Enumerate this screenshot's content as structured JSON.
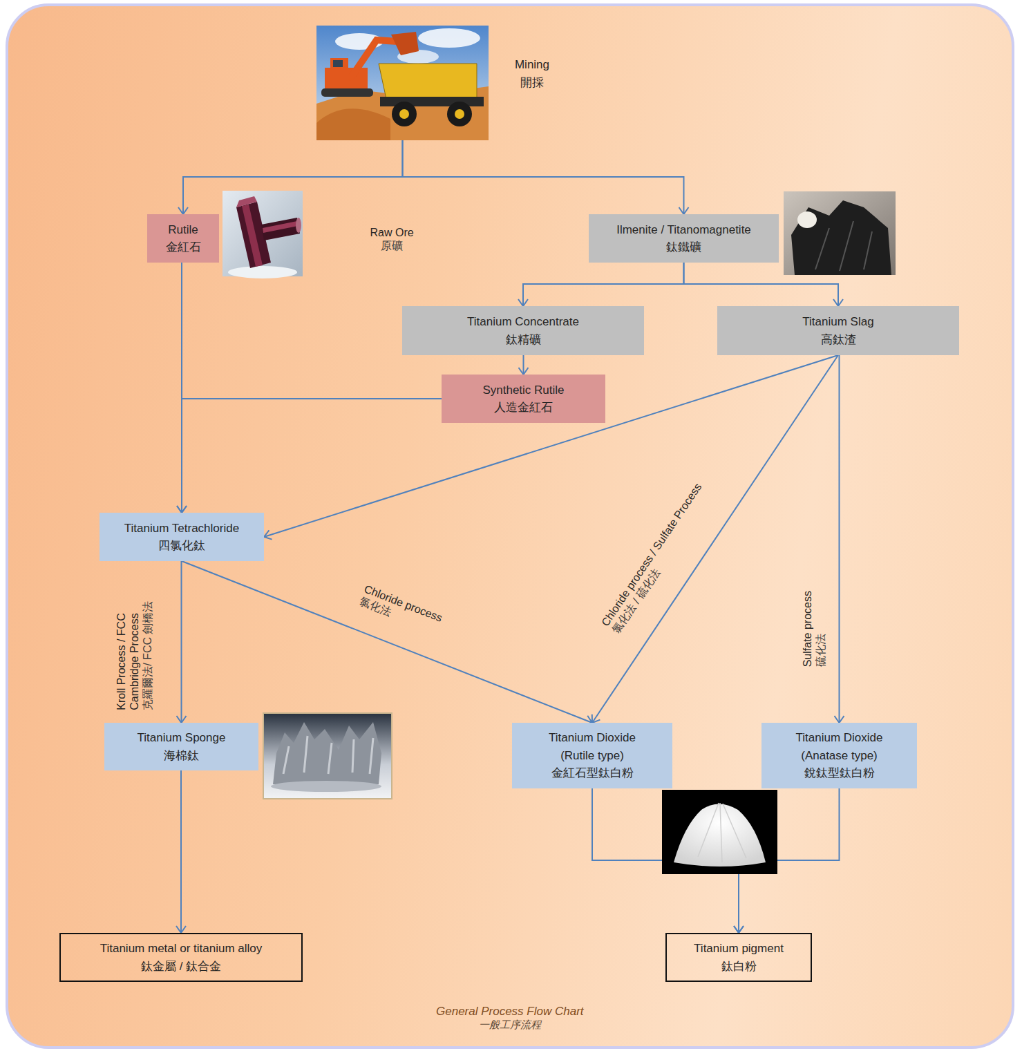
{
  "diagram": {
    "caption": "General Process Flow Chart",
    "nodes": [
      {
        "text": [
          "Mining",
          "開採"
        ]
      },
      {
        "text": [
          "Rutile",
          "金紅石"
        ]
      },
      {
        "text": [
          "Ilmenite / Titanomagnetite",
          "鈦鐵礦"
        ]
      },
      {
        "text": [
          "Titanium Concentrate",
          "鈦精礦"
        ]
      },
      {
        "text": [
          "Titanium Slag",
          "高鈦渣"
        ]
      },
      {
        "text": [
          "Synthetic Rutile",
          "人造金紅石"
        ]
      },
      {
        "text": [
          "Titanium Tetrachloride",
          "四氯化鈦"
        ]
      },
      {
        "text": [
          "Titanium Sponge",
          "海棉鈦"
        ]
      },
      {
        "text": [
          "Titanium Dioxide (Rutile type)",
          "金紅石型鈦白粉"
        ]
      },
      {
        "text": [
          "Titanium Dioxide (Anatase type)",
          "銳鈦型鈦白粉"
        ]
      },
      {
        "text": [
          "Titanium metal or titanium alloy",
          "鈦金屬 / 鈦合金"
        ]
      },
      {
        "text": [
          "Titanium pigment",
          "鈦白粉"
        ]
      }
    ],
    "edges": [
      {
        "from": 0,
        "to": 1,
        "arrow": "to"
      },
      {
        "from": 0,
        "to": 2,
        "arrow": "to"
      },
      {
        "from": 1,
        "to": 6,
        "arrow": "to"
      },
      {
        "from": 2,
        "to": 3,
        "arrow": "to"
      },
      {
        "from": 2,
        "to": 4,
        "arrow": "to"
      },
      {
        "from": 3,
        "to": 5,
        "arrow": "to"
      },
      {
        "from": 5,
        "to": 6,
        "arrow": "to"
      },
      {
        "from": 4,
        "to": 6,
        "arrow": "to"
      },
      {
        "from": 4,
        "to": 8,
        "label": "Chloride process / Sulfate Process",
        "arrow": "to"
      },
      {
        "from": 4,
        "to": 9,
        "label": "Sulfate process",
        "arrow": "to"
      },
      {
        "from": 6,
        "to": 7,
        "label": "Kroll Process / FCC Cambridge Process",
        "arrow": "to"
      },
      {
        "from": 6,
        "to": 8,
        "label": "Chloride process",
        "arrow": "to"
      },
      {
        "from": 7,
        "to": 10,
        "arrow": "to"
      },
      {
        "from": 8,
        "to": 11,
        "arrow": "to"
      },
      {
        "from": 9,
        "to": 11,
        "arrow": "to"
      }
    ],
    "labels": [
      "Raw Ore",
      "原礦",
      "克羅爾法/ FCC 劍橋法",
      "氯化法",
      "氯化法 / 硫化法",
      "硫化法",
      "一般工序流程"
    ]
  }
}
